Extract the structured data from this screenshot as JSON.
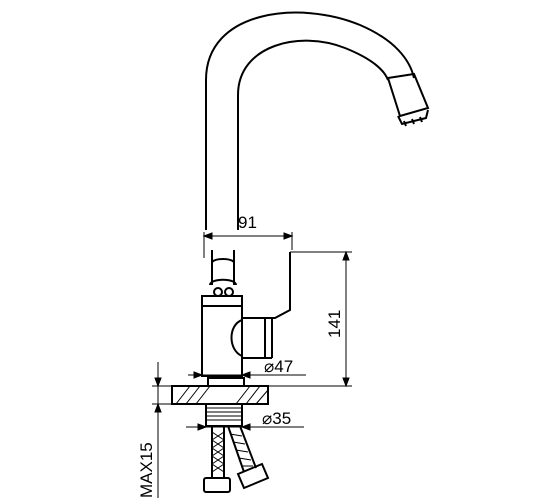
{
  "drawing": {
    "stroke_color": "#000000",
    "background": "#ffffff",
    "dimensions": {
      "width_label": "91",
      "height_label": "141",
      "body_diameter_label": "⌀47",
      "mount_diameter_label": "⌀35",
      "max_thickness_label": "MAX15"
    }
  }
}
